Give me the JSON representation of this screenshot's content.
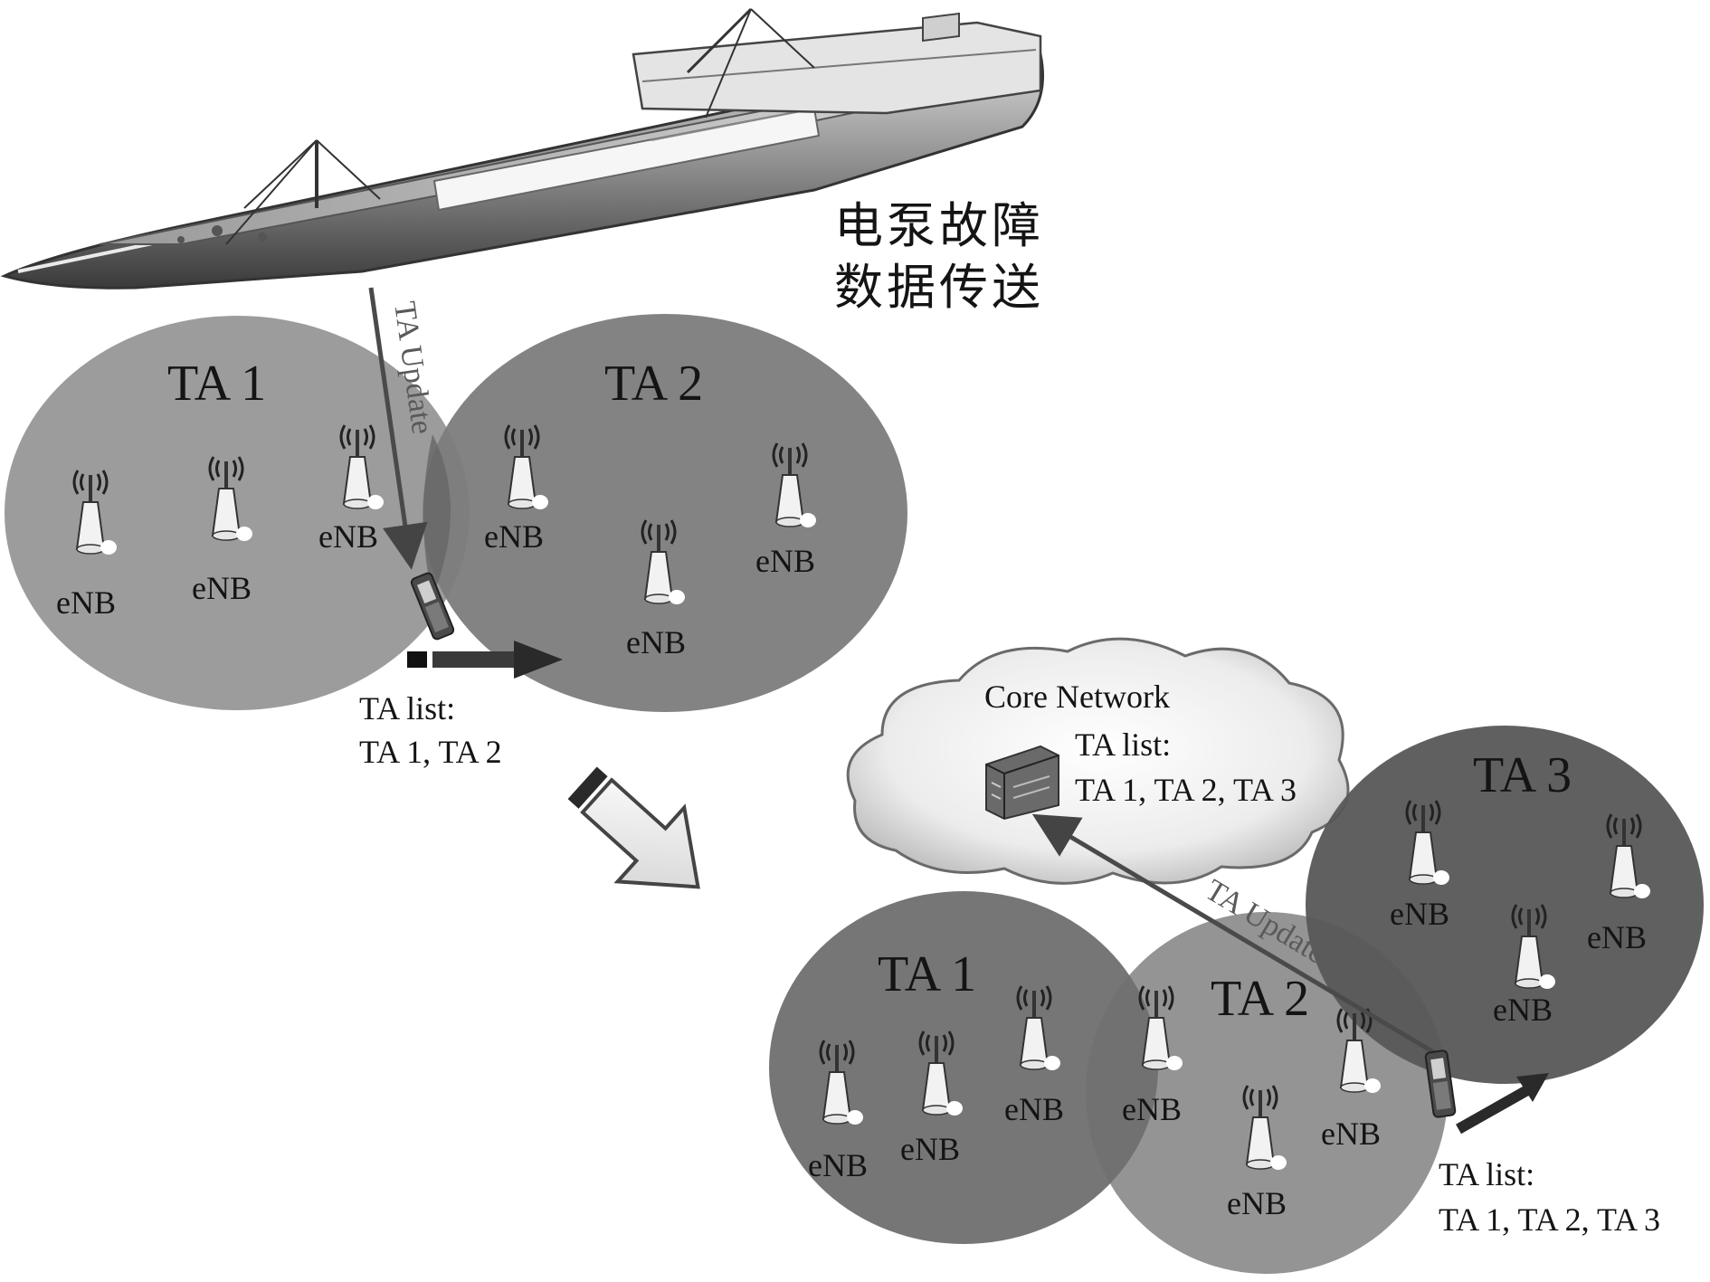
{
  "caption_cn": {
    "line1": "电泵故障",
    "line2": "数据传送"
  },
  "top_scene": {
    "ta_labels": [
      "TA 1",
      "TA 2"
    ],
    "update_label": "TA Update",
    "ta_list_title": "TA list:",
    "ta_list_value": "TA 1, TA 2",
    "enb_label": "eNB"
  },
  "core_network": {
    "title": "Core Network",
    "ta_list_title": "TA list:",
    "ta_list_value": "TA 1, TA 2, TA 3"
  },
  "bottom_scene": {
    "ta_labels": [
      "TA 1",
      "TA 2",
      "TA 3"
    ],
    "update_label": "TA Update",
    "ta_list_title": "TA list:",
    "ta_list_value": "TA 1, TA 2, TA 3",
    "enb_label": "eNB"
  }
}
